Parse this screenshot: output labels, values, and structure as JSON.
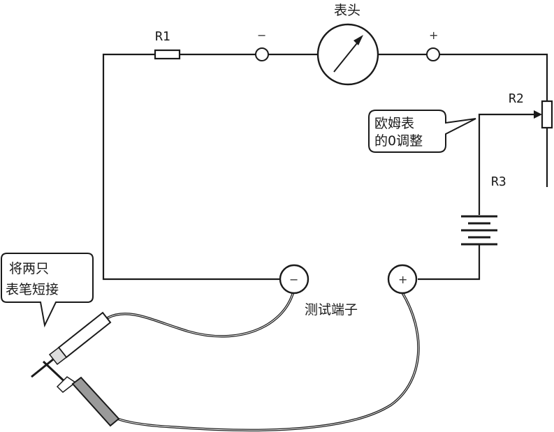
{
  "labels": {
    "meter": "表头",
    "r1": "R1",
    "r2": "R2",
    "r3": "R3",
    "minus_sign": "−",
    "plus_sign": "+",
    "terminal_minus": "−",
    "terminal_plus": "+",
    "test_terminals": "测试端子"
  },
  "callouts": {
    "zero_adjust": [
      "欧姆表",
      "的0调整"
    ],
    "short_probes": [
      "将两只",
      "表笔短接"
    ]
  }
}
